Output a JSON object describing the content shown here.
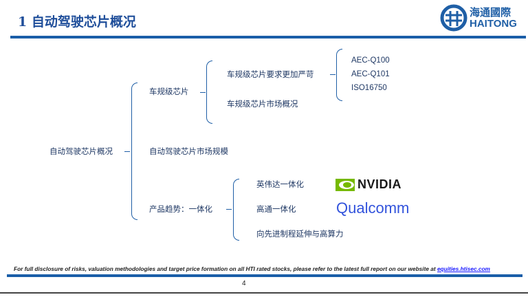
{
  "header": {
    "title": "1 自动驾驶芯片概况",
    "logo_cn": "海通國際",
    "logo_en": "HAITONG"
  },
  "tree": {
    "root": "自动驾驶芯片概况",
    "branches": [
      "车规级芯片",
      "自动驾驶芯片市场规模",
      "产品趋势：一体化"
    ],
    "auto_grade": [
      "车规级芯片要求更加严苛",
      "车规级芯片市场概况"
    ],
    "standards": [
      "AEC-Q100",
      "AEC-Q101",
      "ISO16750"
    ],
    "trends": [
      "英伟达一体化",
      "高通一体化",
      "向先进制程延伸与高算力"
    ],
    "logos": [
      "NVIDIA",
      "Qualcomm"
    ]
  },
  "footer": {
    "disclaimer": "For full disclosure of risks, valuation methodologies and target price formation on all HTI rated stocks, please refer to the latest full report on our website at ",
    "link": "equities.htisec.com",
    "page": "4"
  },
  "colors": {
    "accent": "#1a5ea8",
    "nvidia": "#76b900",
    "qualcomm": "#3253dc"
  }
}
